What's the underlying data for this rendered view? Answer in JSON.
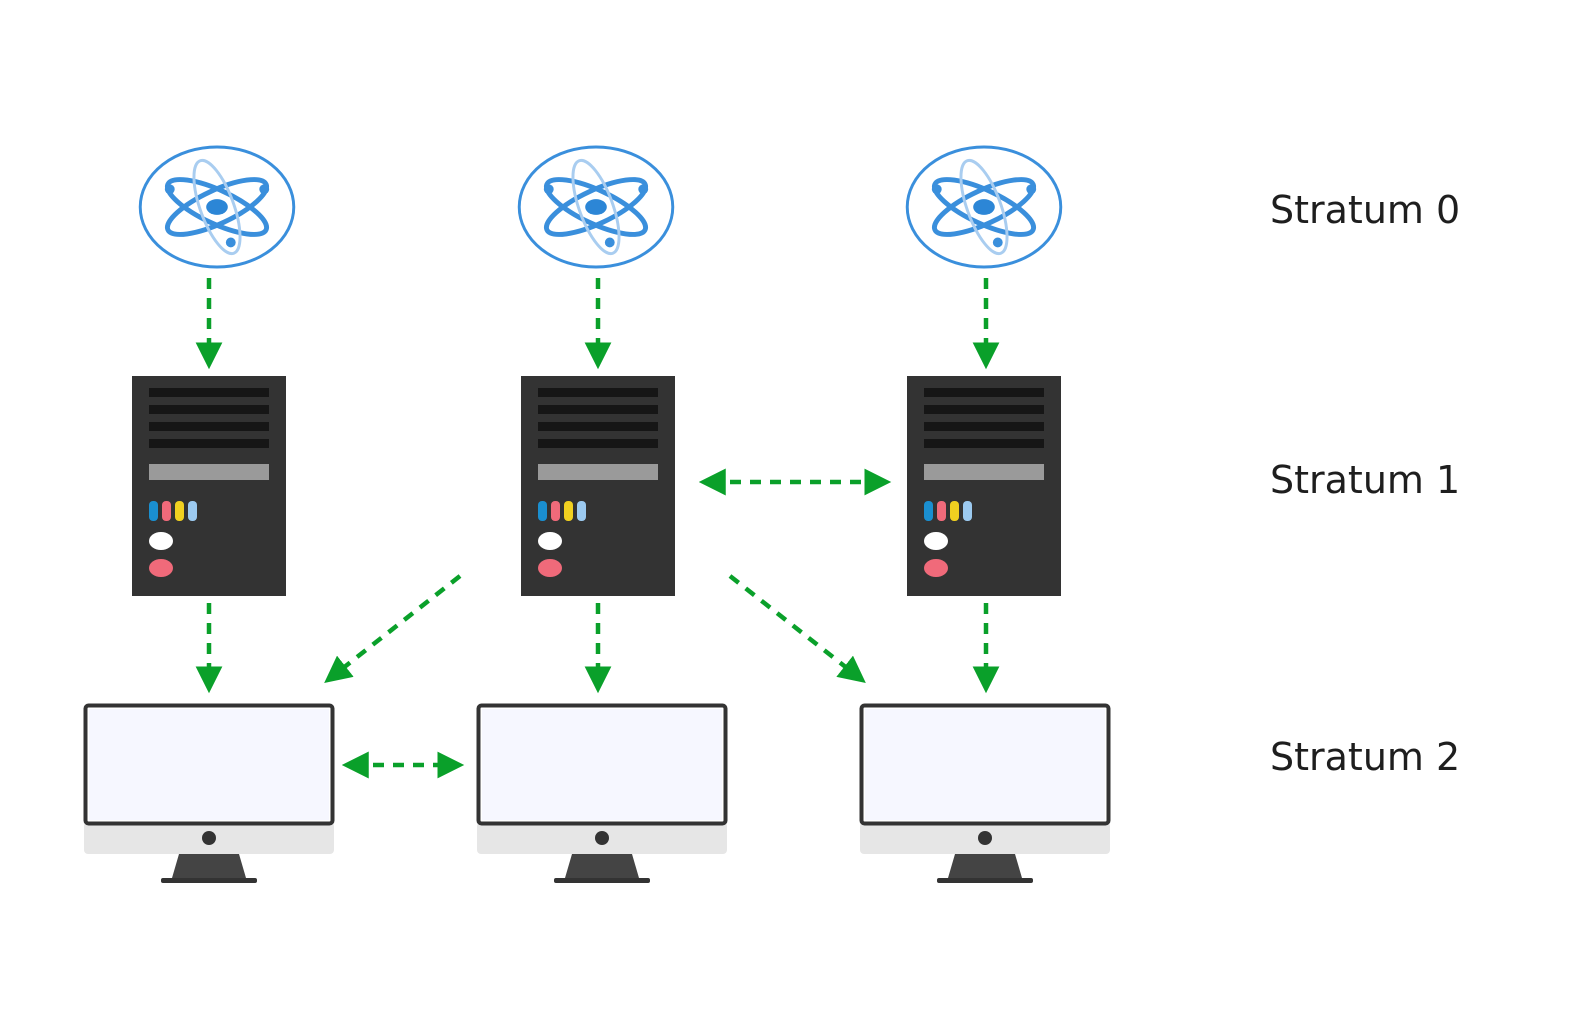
{
  "labels": {
    "stratum0": "Stratum 0",
    "stratum1": "Stratum 1",
    "stratum2": "Stratum 2"
  },
  "colors": {
    "arrow": "#0aa02a",
    "atom": "#3a8fdc",
    "server": "#333333",
    "monitor_frame": "#333333",
    "monitor_chin": "#e6e6e6"
  },
  "icons": [
    "atom-clock-icon",
    "server-tower-icon",
    "desktop-monitor-icon"
  ]
}
